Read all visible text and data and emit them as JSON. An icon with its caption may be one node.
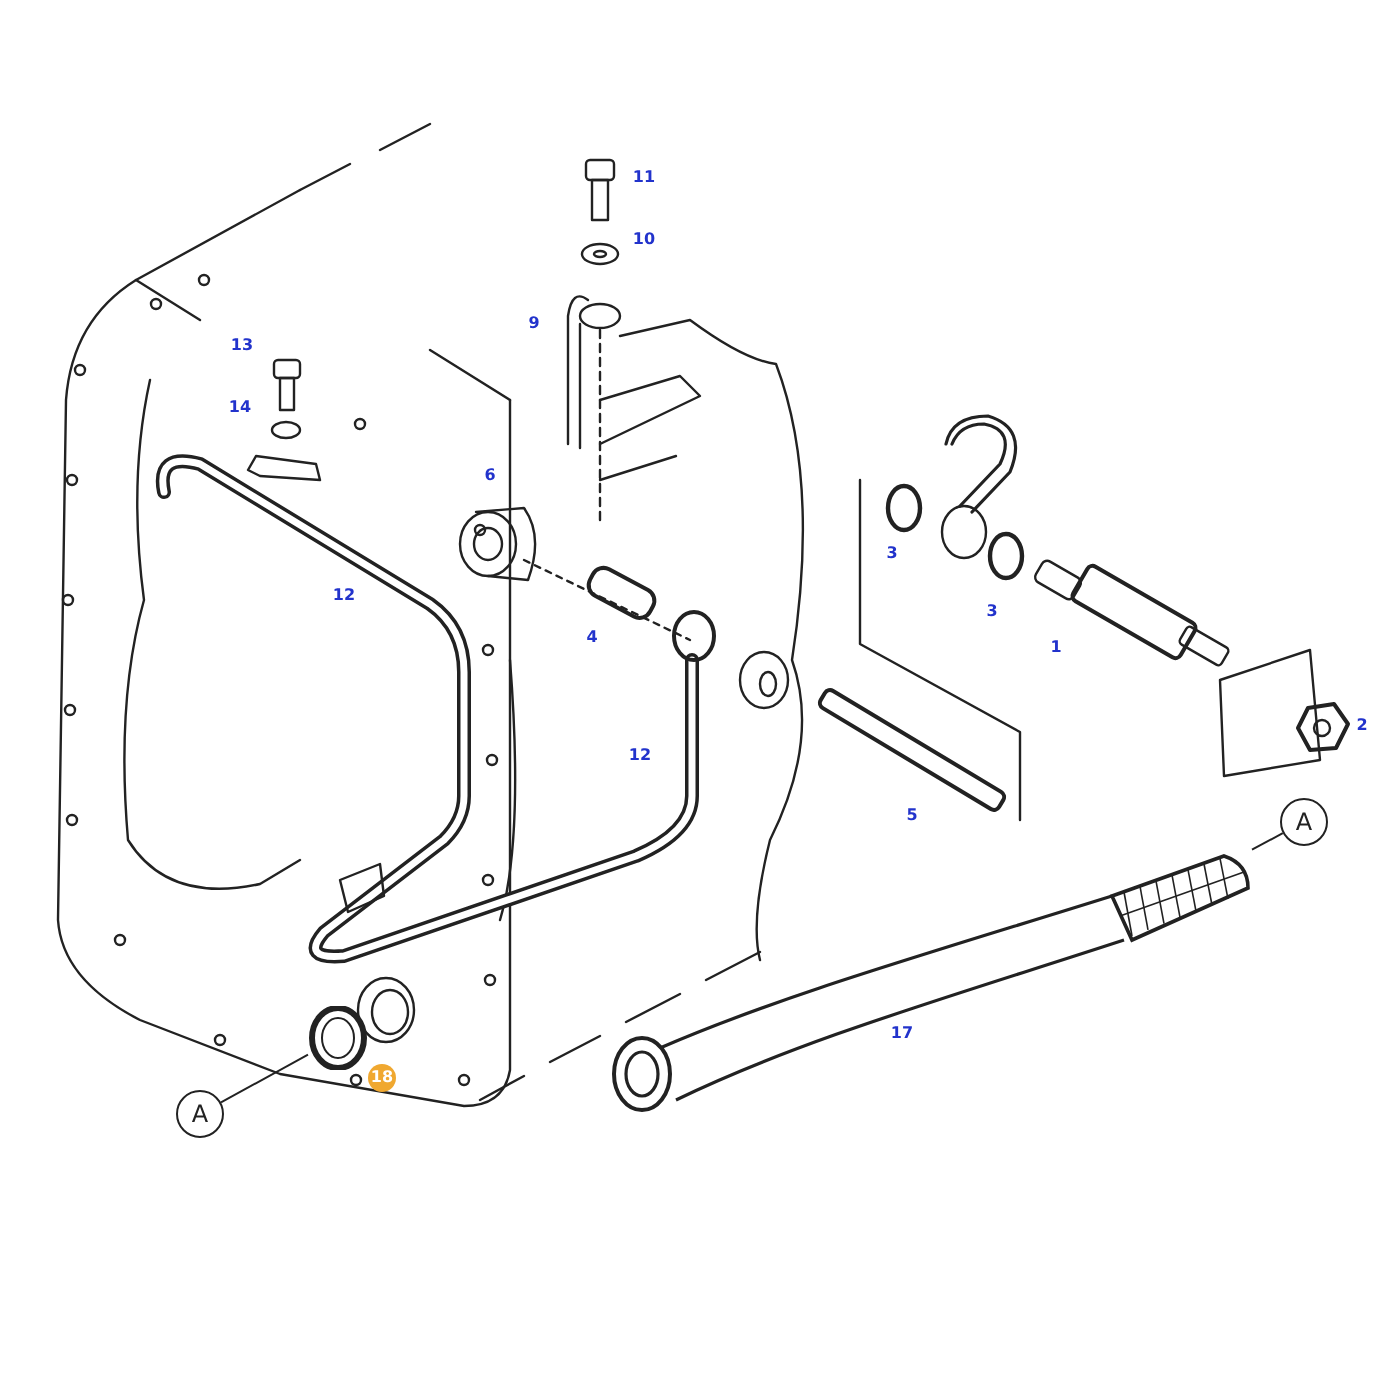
{
  "diagram": {
    "nodes": [
      {
        "text": [
          "A"
        ]
      },
      {
        "text": [],
        "shape": "picture"
      },
      {
        "text": [
          "A"
        ]
      },
      {
        "text": [],
        "shape": "picture"
      }
    ],
    "edges": [
      {
        "from": 0,
        "to": 1,
        "arrow": "none"
      },
      {
        "from": 2,
        "to": 3,
        "arrow": "none"
      }
    ],
    "labels": [
      "11",
      "10",
      "9",
      "13",
      "14",
      "6",
      "3",
      "12",
      "3",
      "4",
      "1",
      "2",
      "12",
      "5",
      "17",
      "18"
    ]
  }
}
